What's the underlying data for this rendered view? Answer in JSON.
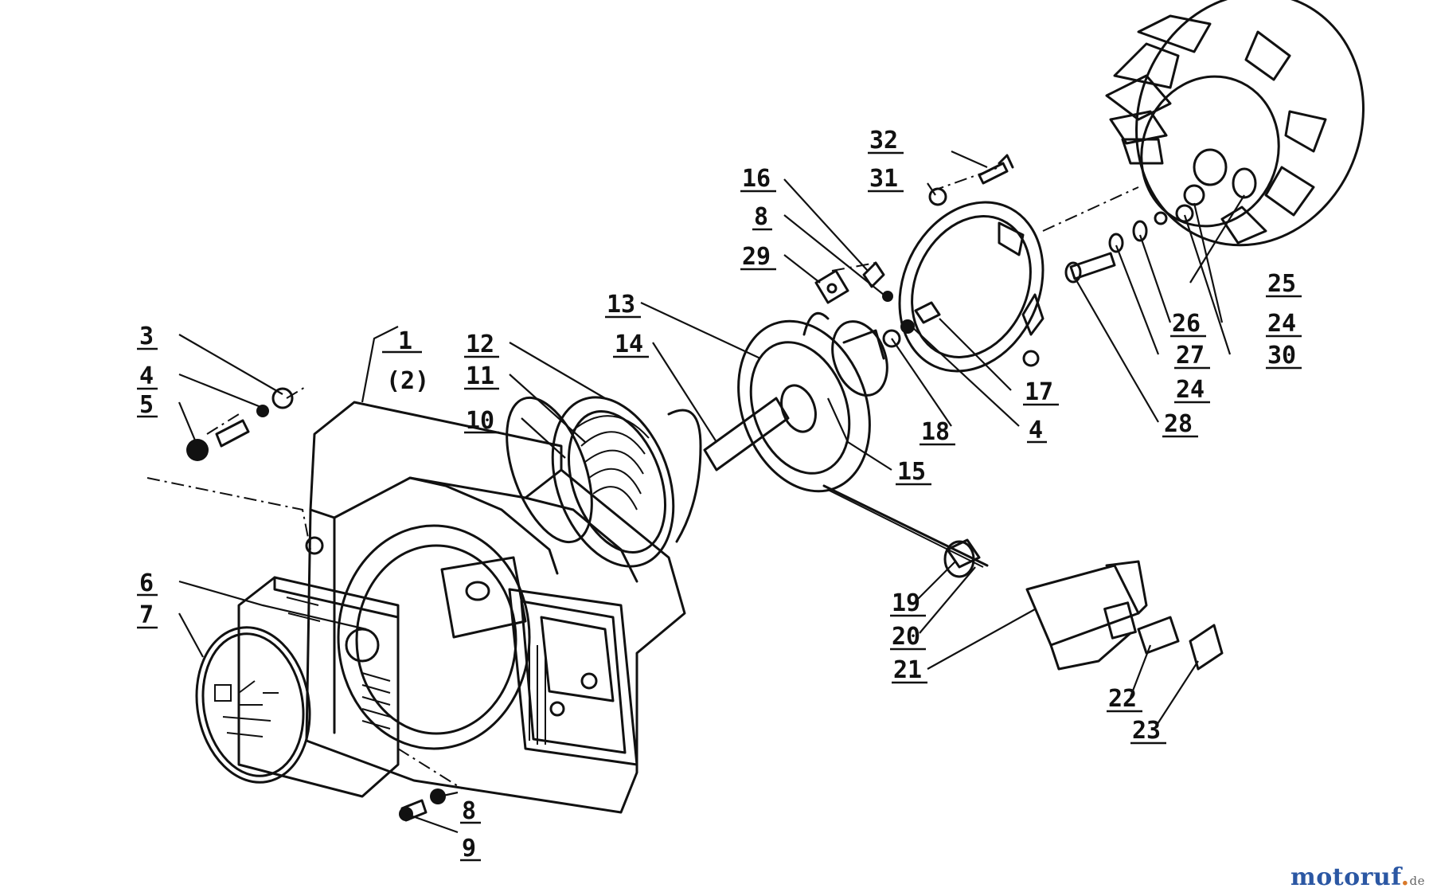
{
  "diagram": {
    "labels": {
      "p1": "1",
      "p2": "(2)",
      "p3": "3",
      "p4a": "4",
      "p5": "5",
      "p6": "6",
      "p7": "7",
      "p8a": "8",
      "p9": "9",
      "p10": "10",
      "p11": "11",
      "p12": "12",
      "p13": "13",
      "p14": "14",
      "p15": "15",
      "p16": "16",
      "p8b": "8",
      "p29": "29",
      "p32": "32",
      "p31": "31",
      "p18": "18",
      "p17": "17",
      "p4b": "4",
      "p19": "19",
      "p20": "20",
      "p21": "21",
      "p22": "22",
      "p23": "23",
      "p25": "25",
      "p26": "26",
      "p24a": "24",
      "p27": "27",
      "p30": "30",
      "p24b": "24",
      "p28": "28"
    }
  },
  "watermark": {
    "brand": "motoruf",
    "dot": ".",
    "tld": "de"
  }
}
